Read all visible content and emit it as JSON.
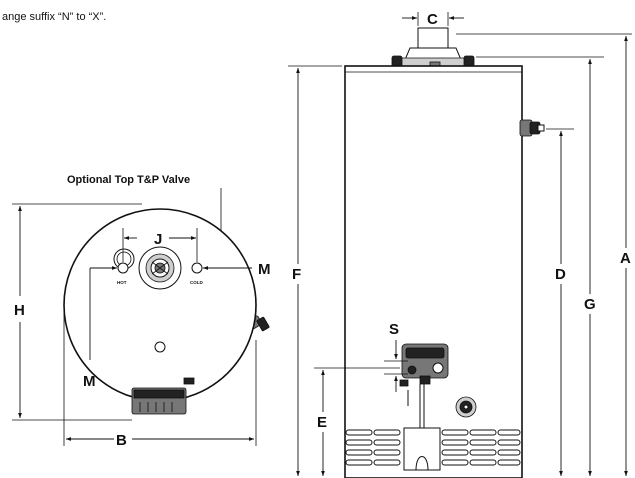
{
  "note": "ange suffix “N” to “X”.",
  "top_view": {
    "title": "Optional Top T&P Valve",
    "hot_label": "HOT",
    "cold_label": "COLD",
    "dim_j": "J",
    "dim_h": "H",
    "dim_b": "B",
    "dim_m_right": "M",
    "dim_m_left": "M"
  },
  "side_view": {
    "dim_c": "C",
    "dim_a": "A",
    "dim_g": "G",
    "dim_f": "F",
    "dim_d": "D",
    "dim_e": "E",
    "dim_s": "S"
  }
}
